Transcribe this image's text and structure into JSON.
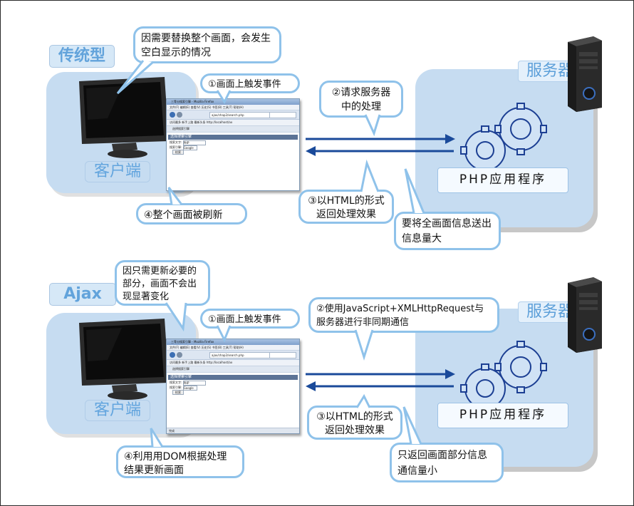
{
  "sections": [
    {
      "tag": "传统型",
      "client_label": "客户端",
      "server_label": "服务器",
      "php_label": "PHP应用程序",
      "bubble_main": "因需要替换整个画面，会发生空白显示的情况",
      "step1": "①画面上触发事件",
      "step2": "②请求服务器中的处理",
      "step3": "③以HTML的形式返回处理效果",
      "step4": "④整个画面被刷新",
      "note": "要将全画面信息送出信息量大"
    },
    {
      "tag": "Ajax",
      "client_label": "客户端",
      "server_label": "服务器",
      "php_label": "PHP应用程序",
      "bubble_main": "因只需更新必要的部分，画面不会出现显著变化",
      "step1": "①画面上触发事件",
      "step2": "②使用JavaScript+XMLHttpRequest与服务器进行非同期通信",
      "step3": "③以HTML的形式返回处理效果",
      "step4": "④利用用DOM根据处理结果更新画面",
      "note": "只返回画面部分信息通信量小"
    }
  ],
  "browser": {
    "title": "三等分搜索引擎 - Mozilla Firefox",
    "menu": "文件(F)  编辑(E)  查看(V)  历史(S)  书签(B)  工具(T)  帮助(H)",
    "address": "ajax/chap2/search.php",
    "search_engine": "Google",
    "bookmarks": "访问最多  新手上路  最新头条  http://localhost/ax",
    "tab": "选择搜索引擎",
    "page_heading": "选择搜索引擎",
    "search_label": "搜索文字:",
    "search_value": "PHP",
    "engine_label": "搜索引擎:",
    "engine_value": "Google",
    "submit": "检索",
    "status": "完成"
  },
  "colors": {
    "panel": "#c6dcf1",
    "bubble_border": "#8fc2ea",
    "arrow": "#1a4a9a",
    "gear": "#1c3f93",
    "tag_text": "#62a3db"
  }
}
